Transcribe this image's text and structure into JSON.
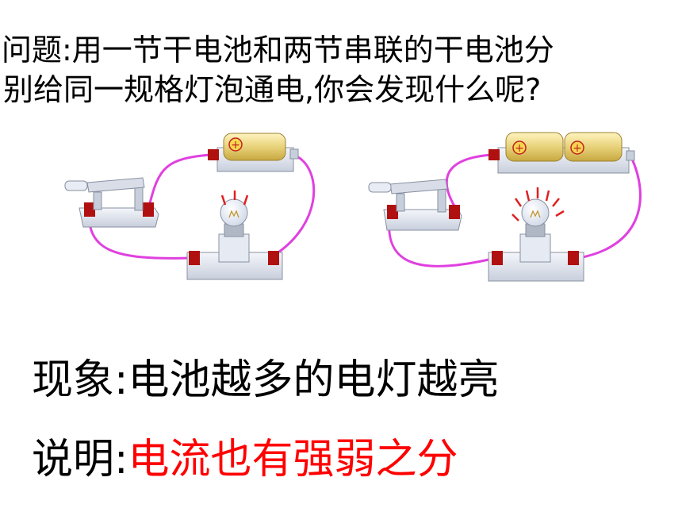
{
  "question": {
    "line1": "问题:用一节干电池和两节串联的干电池分",
    "line2": "别给同一规格灯泡通电,你会发现什么呢?"
  },
  "observation": {
    "label": "现象:",
    "text": "电池越多的电灯越亮"
  },
  "explanation": {
    "label": "说明:",
    "text": "电流也有强弱之分"
  },
  "battery_symbol": "⊕",
  "colors": {
    "wire": "#e040e0",
    "battery": "#e8d27a",
    "base": "#dde3ee",
    "terminal": "#b01010",
    "highlight": "#ff0000"
  }
}
